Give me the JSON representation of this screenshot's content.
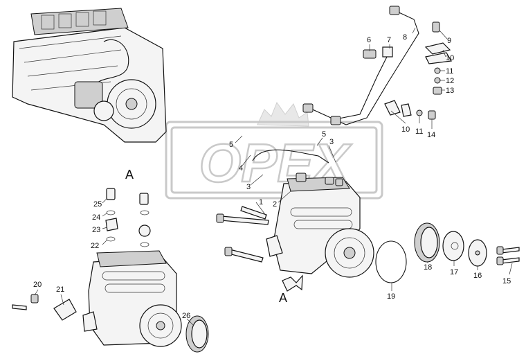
{
  "view_labels": {
    "view_a_left": "A",
    "view_a_arrow": "A"
  },
  "watermark": {
    "text": "OPEX"
  },
  "callouts": [
    {
      "id": "c1",
      "text": "1"
    },
    {
      "id": "c2",
      "text": "2"
    },
    {
      "id": "c3a",
      "text": "3"
    },
    {
      "id": "c3b",
      "text": "3"
    },
    {
      "id": "c4",
      "text": "4"
    },
    {
      "id": "c5a",
      "text": "5"
    },
    {
      "id": "c5b",
      "text": "5"
    },
    {
      "id": "c6",
      "text": "6"
    },
    {
      "id": "c7",
      "text": "7"
    },
    {
      "id": "c8",
      "text": "8"
    },
    {
      "id": "c9",
      "text": "9"
    },
    {
      "id": "c10a",
      "text": "10"
    },
    {
      "id": "c10b",
      "text": "10"
    },
    {
      "id": "c11a",
      "text": "11"
    },
    {
      "id": "c11b",
      "text": "11"
    },
    {
      "id": "c12",
      "text": "12"
    },
    {
      "id": "c13",
      "text": "13"
    },
    {
      "id": "c14",
      "text": "14"
    },
    {
      "id": "c15",
      "text": "15"
    },
    {
      "id": "c16",
      "text": "16"
    },
    {
      "id": "c17",
      "text": "17"
    },
    {
      "id": "c18",
      "text": "18"
    },
    {
      "id": "c19",
      "text": "19"
    },
    {
      "id": "c20",
      "text": "20"
    },
    {
      "id": "c21",
      "text": "21"
    },
    {
      "id": "c22",
      "text": "22"
    },
    {
      "id": "c23",
      "text": "23"
    },
    {
      "id": "c24",
      "text": "24"
    },
    {
      "id": "c25",
      "text": "25"
    },
    {
      "id": "c26",
      "text": "26"
    }
  ]
}
